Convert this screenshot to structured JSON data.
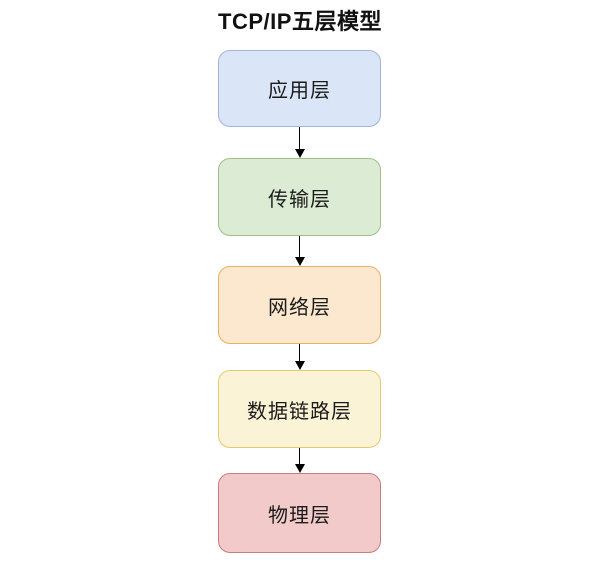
{
  "title": "TCP/IP五层模型",
  "layers": [
    {
      "label": "应用层",
      "name": "application",
      "fill": "#dae5f7",
      "border": "#9fb5d9"
    },
    {
      "label": "传输层",
      "name": "transport",
      "fill": "#dcebd3",
      "border": "#9dc089"
    },
    {
      "label": "网络层",
      "name": "network",
      "fill": "#fbe8cf",
      "border": "#e2b16a"
    },
    {
      "label": "数据链路层",
      "name": "data-link",
      "fill": "#fbf3d5",
      "border": "#e2ca74"
    },
    {
      "label": "物理层",
      "name": "physical",
      "fill": "#f2caca",
      "border": "#ca7c7c"
    }
  ],
  "arrow_color": "#000000"
}
